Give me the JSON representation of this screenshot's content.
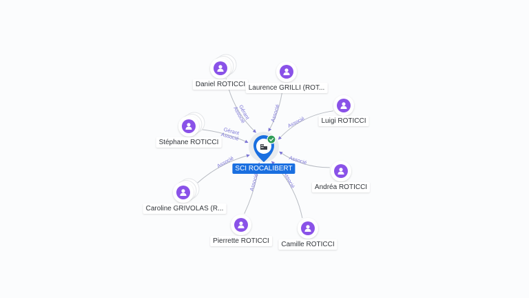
{
  "colors": {
    "edge": "#b7bbc2",
    "edge_label": "#7b74d6",
    "person": "#8a52e8",
    "company": "#1a6fe0",
    "check": "#2e9d58",
    "label_text": "#2f3338"
  },
  "company": {
    "name": "SCI ROCALIBERT",
    "icon": "building-icon",
    "badge_icon": "check-icon"
  },
  "persons": [
    {
      "id": "daniel",
      "name": "Daniel ROTICCI",
      "icon": "person-icon",
      "roles": [
        "Gérant",
        "Associé"
      ],
      "stacked": true
    },
    {
      "id": "laurence",
      "name": "Laurence GRILLI (ROT...",
      "icon": "person-icon",
      "roles": [
        "Associé"
      ],
      "stacked": false
    },
    {
      "id": "luigi",
      "name": "Luigi ROTICCI",
      "icon": "person-icon",
      "roles": [
        "Associé"
      ],
      "stacked": false
    },
    {
      "id": "stephane",
      "name": "Stéphane ROTICCI",
      "icon": "person-icon",
      "roles": [
        "Gérant",
        "Associé"
      ],
      "stacked": true
    },
    {
      "id": "andrea",
      "name": "Andréa ROTICCI",
      "icon": "person-icon",
      "roles": [
        "Associé"
      ],
      "stacked": false
    },
    {
      "id": "caroline",
      "name": "Caroline GRIVOLAS (R...",
      "icon": "person-icon",
      "roles": [
        "Associé"
      ],
      "stacked": true
    },
    {
      "id": "pierrette",
      "name": "Pierrette ROTICCI",
      "icon": "person-icon",
      "roles": [
        "Associé"
      ],
      "stacked": false
    },
    {
      "id": "camille",
      "name": "Camille ROTICCI",
      "icon": "person-icon",
      "roles": [
        "Associé"
      ],
      "stacked": false
    }
  ]
}
